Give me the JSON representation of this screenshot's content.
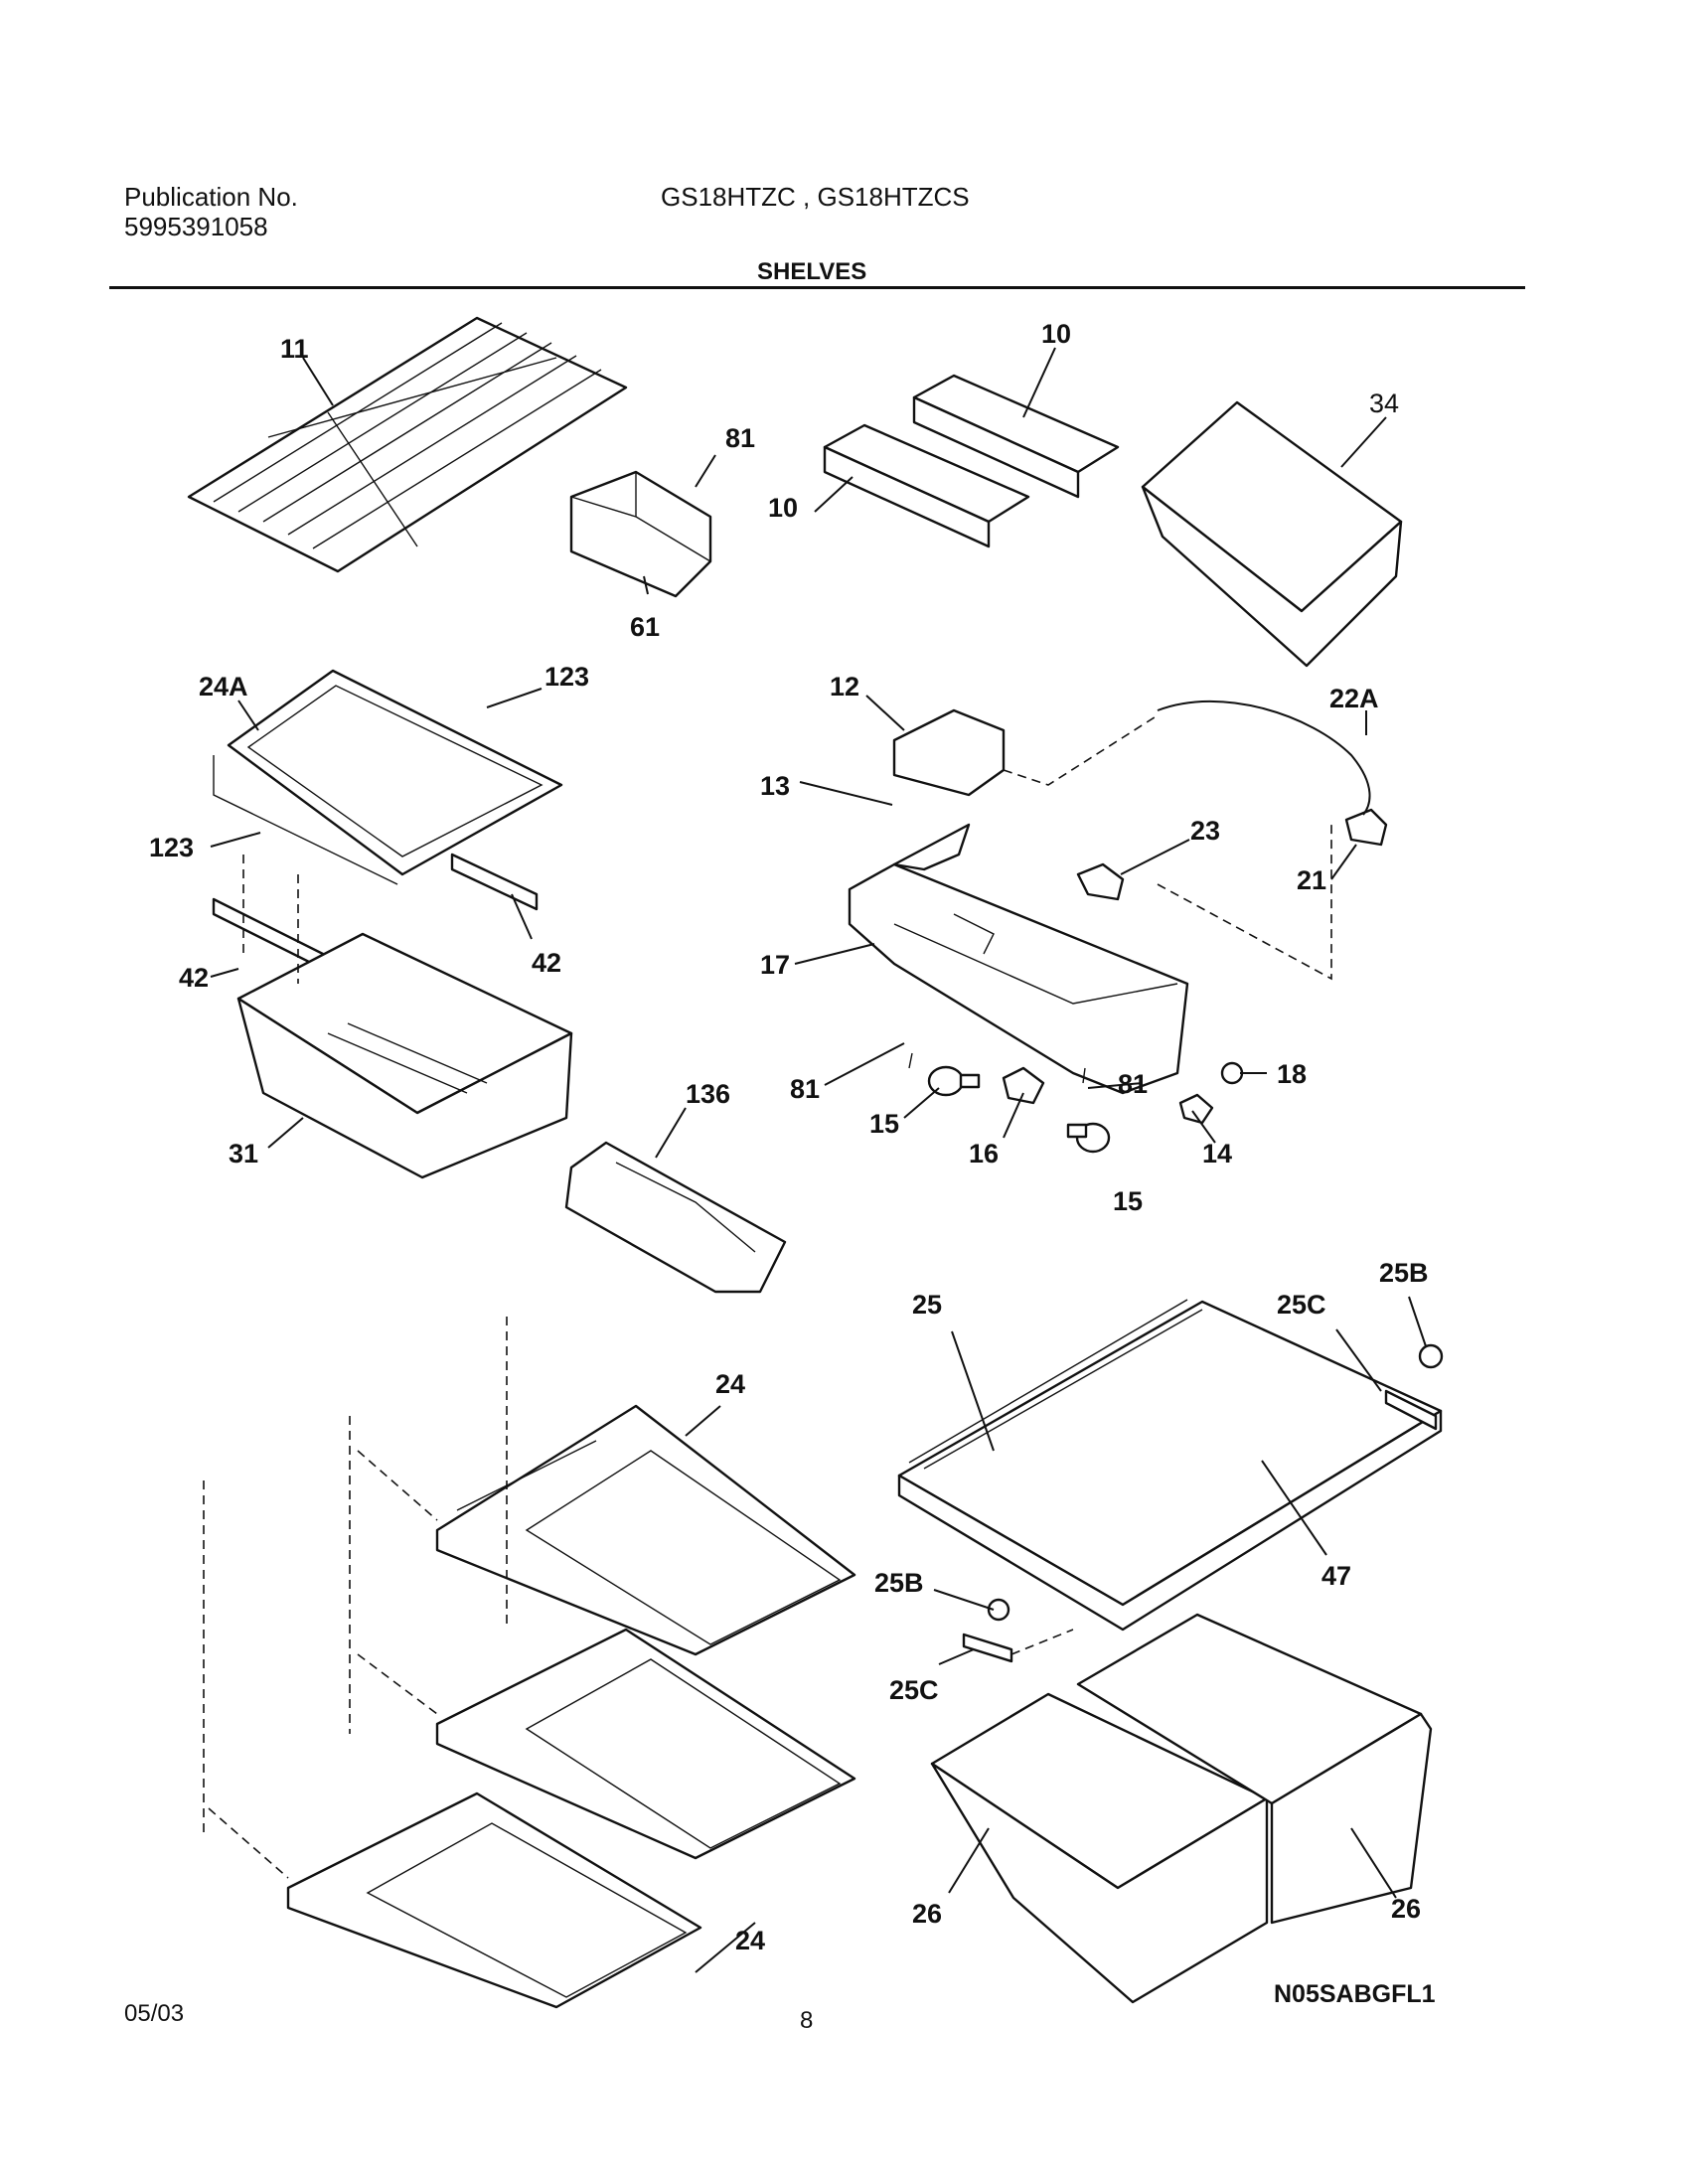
{
  "header": {
    "publication_label": "Publication No.",
    "publication_number": "5995391058",
    "models": "GS18HTZC , GS18HTZCS",
    "section_title": "SHELVES"
  },
  "callouts": {
    "c11": "11",
    "c81a": "81",
    "c61": "61",
    "c10a": "10",
    "c10b": "10",
    "c34": "34",
    "c24A": "24A",
    "c123a": "123",
    "c123b": "123",
    "c42a": "42",
    "c42b": "42",
    "c31": "31",
    "c136": "136",
    "c12": "12",
    "c13": "13",
    "c22A": "22A",
    "c23": "23",
    "c21": "21",
    "c17": "17",
    "c81b": "81",
    "c15a": "15",
    "c16": "16",
    "c81c": "81",
    "c15b": "15",
    "c14": "14",
    "c18": "18",
    "c24a": "24",
    "c24b": "24",
    "c25": "25",
    "c25C": "25C",
    "c25Ba": "25B",
    "c47": "47",
    "c25Bb": "25B",
    "c25Cb": "25C",
    "c26a": "26",
    "c26b": "26"
  },
  "footer": {
    "date": "05/03",
    "page_number": "8",
    "figure_code": "N05SABGFL1"
  }
}
